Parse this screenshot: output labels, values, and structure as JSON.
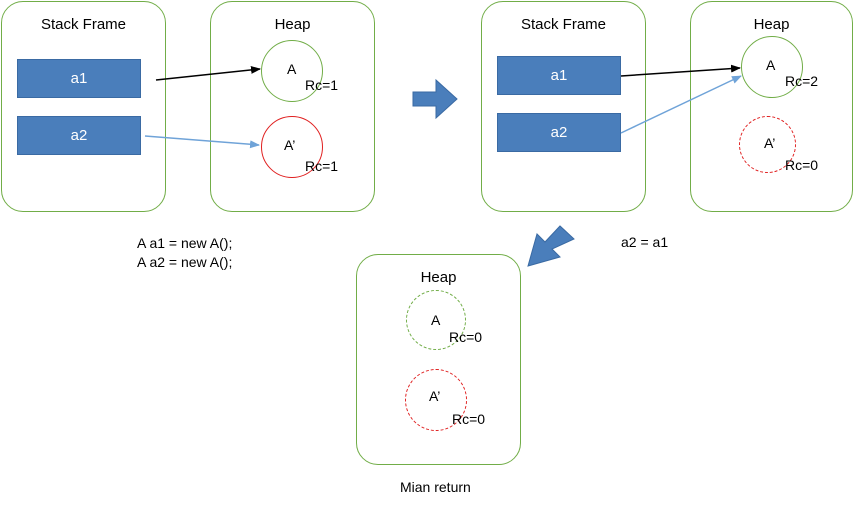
{
  "panels": {
    "p1": {
      "stack_title": "Stack Frame",
      "heap_title": "Heap",
      "var1": "a1",
      "var2": "a2",
      "obj1_name": "A",
      "obj1_rc": "Rc=1",
      "obj2_name": "A’",
      "obj2_rc": "Rc=1",
      "caption_line1": "A a1 = new A();",
      "caption_line2": "A a2 = new A();"
    },
    "p2": {
      "stack_title": "Stack Frame",
      "heap_title": "Heap",
      "var1": "a1",
      "var2": "a2",
      "obj1_name": "A",
      "obj1_rc": "Rc=2",
      "obj2_name": "A’",
      "obj2_rc": "Rc=0",
      "caption": "a2 = a1"
    },
    "p3": {
      "heap_title": "Heap",
      "obj1_name": "A",
      "obj1_rc": "Rc=0",
      "obj2_name": "A’",
      "obj2_rc": "Rc=0",
      "caption": "Mian return"
    }
  },
  "colors": {
    "frame_border": "#71ad47",
    "var_fill": "#4a7ebb",
    "ref_black": "#000000",
    "ref_blue": "#6fa3d8",
    "step_arrow": "#4a7ebb",
    "object_red": "#e02020"
  }
}
